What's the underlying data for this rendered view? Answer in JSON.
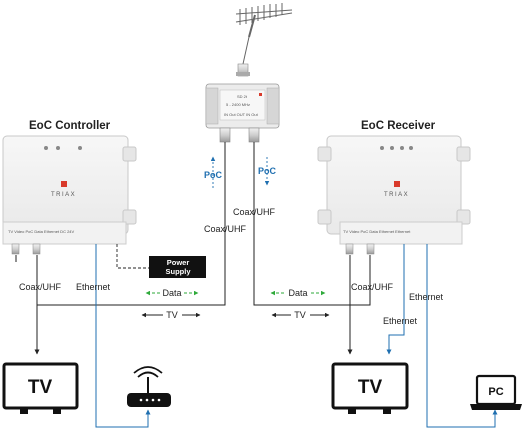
{
  "titles": {
    "controller": "EoC Controller",
    "receiver": "EoC Receiver"
  },
  "labels": {
    "poc": "PoC",
    "coax_uhf": "Coax/UHF",
    "ethernet": "Ethernet",
    "data": "Data",
    "tv": "TV",
    "tv_screen": "TV",
    "pc": "PC",
    "power_supply_line1": "Power",
    "power_supply_line2": "Supply",
    "brand": "TRIAX"
  },
  "colors": {
    "ethernet_line": "#1f6fb0",
    "data_arrow": "#2eaa3a",
    "poc_label": "#1f6fb0",
    "brand_red": "#d93a2b"
  },
  "icons": [
    "antenna-icon",
    "splitter-icon",
    "router-icon",
    "tv-icon",
    "pc-icon",
    "power-supply-icon"
  ]
}
